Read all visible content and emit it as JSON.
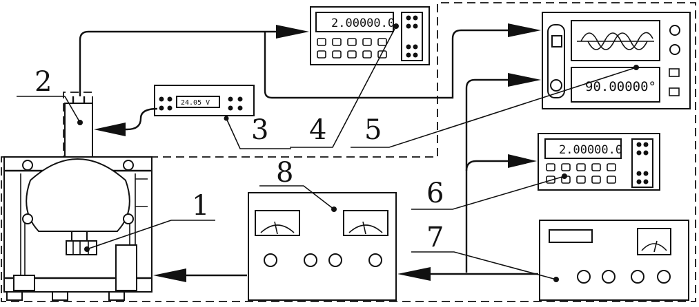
{
  "labels": {
    "l1": "1",
    "l2": "2",
    "l3": "3",
    "l4": "4",
    "l5": "5",
    "l6": "6",
    "l7": "7",
    "l8": "8"
  },
  "displays": {
    "voltmeter": "24.05 V",
    "counter_top": "2.00000.0",
    "phase_meter": "90.00000°",
    "counter_right": "2.00000.0"
  }
}
